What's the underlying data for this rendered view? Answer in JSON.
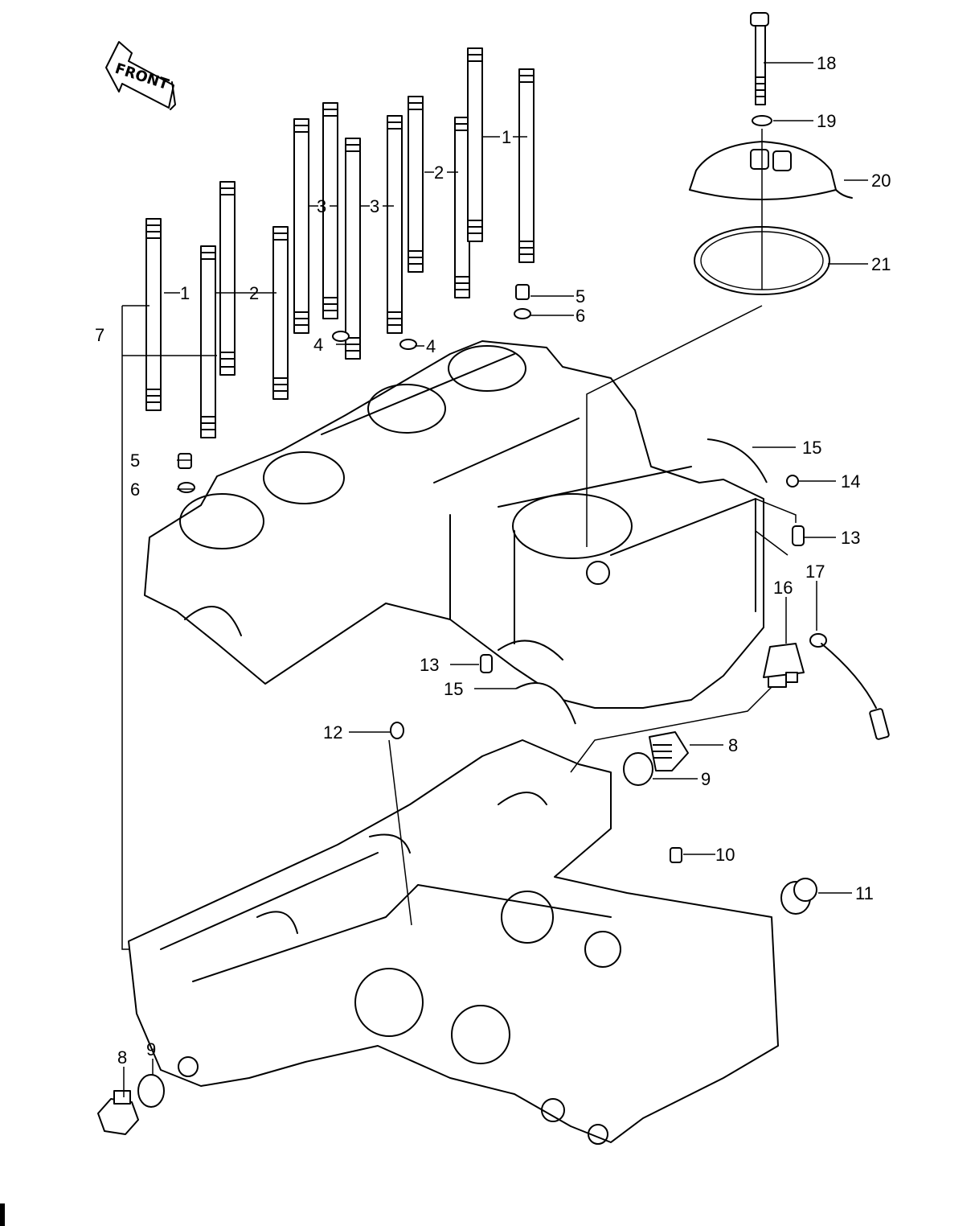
{
  "diagram": {
    "front_badge": "FRONT",
    "callouts": {
      "c1a": "1",
      "c1b": "1",
      "c2a": "2",
      "c2b": "2",
      "c3a": "3",
      "c3b": "3",
      "c4a": "4",
      "c4b": "4",
      "c5a": "5",
      "c5b": "5",
      "c6a": "6",
      "c6b": "6",
      "c7": "7",
      "c8a": "8",
      "c8b": "8",
      "c9a": "9",
      "c9b": "9",
      "c10": "10",
      "c11": "11",
      "c12": "12",
      "c13a": "13",
      "c13b": "13",
      "c14": "14",
      "c15a": "15",
      "c15b": "15",
      "c16": "16",
      "c17": "17",
      "c18": "18",
      "c19": "19",
      "c20": "20",
      "c21": "21"
    }
  }
}
